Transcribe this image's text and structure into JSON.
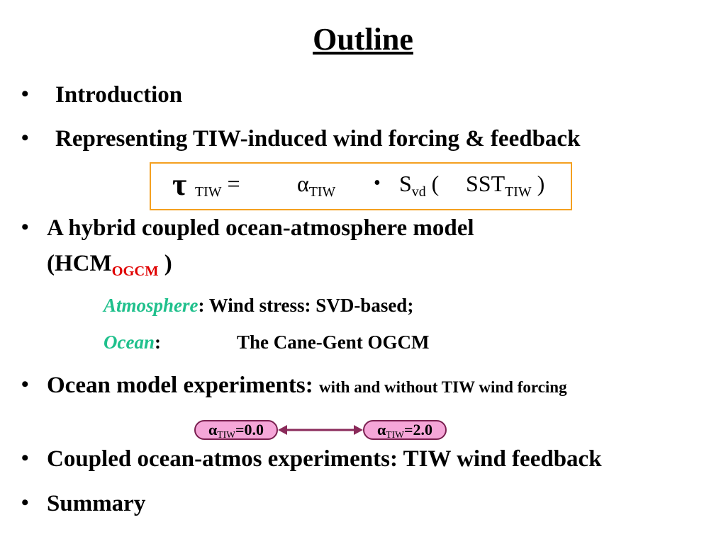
{
  "title": "Outline",
  "bullet_glyph": "•",
  "bullets": {
    "intro": "Introduction",
    "representing": "Representing TIW-induced wind forcing & feedback",
    "hybrid_line1": "A hybrid coupled ocean-atmosphere  model",
    "hybrid_line2_open": "(HCM",
    "hybrid_line2_sub": "OGCM",
    "hybrid_line2_close": " )",
    "ocean_exp_main": "Ocean model experiments: ",
    "ocean_exp_small": "with and without TIW wind forcing",
    "coupled": "Coupled ocean-atmos experiments: TIW wind feedback",
    "summary": "Summary"
  },
  "formula": {
    "tau": "τ",
    "tau_sub": "TIW",
    "equals": " =",
    "alpha": "α",
    "alpha_sub": "TIW",
    "dot": "•",
    "s": "S",
    "s_sub": "vd",
    "open_paren": " (",
    "sst": "SST",
    "sst_sub": "TIW",
    "close_paren": " )"
  },
  "components": {
    "atmosphere_label": "Atmosphere",
    "atmosphere_text": ": Wind stress: SVD-based;",
    "ocean_label": "Ocean",
    "ocean_colon": ":",
    "ocean_text": "The Cane-Gent OGCM"
  },
  "experiments": {
    "left": {
      "alpha": "α",
      "sub": "TIW",
      "value": "=0.0"
    },
    "right": {
      "alpha": "α",
      "sub": "TIW",
      "value": "=2.0"
    }
  },
  "colors": {
    "box_border": "#f4a020",
    "component_label": "#1fc08c",
    "hcm_subscript": "#e00000",
    "pill_fill": "#f5a6d8",
    "pill_border": "#7a2050",
    "arrow": "#8a2a5a"
  }
}
